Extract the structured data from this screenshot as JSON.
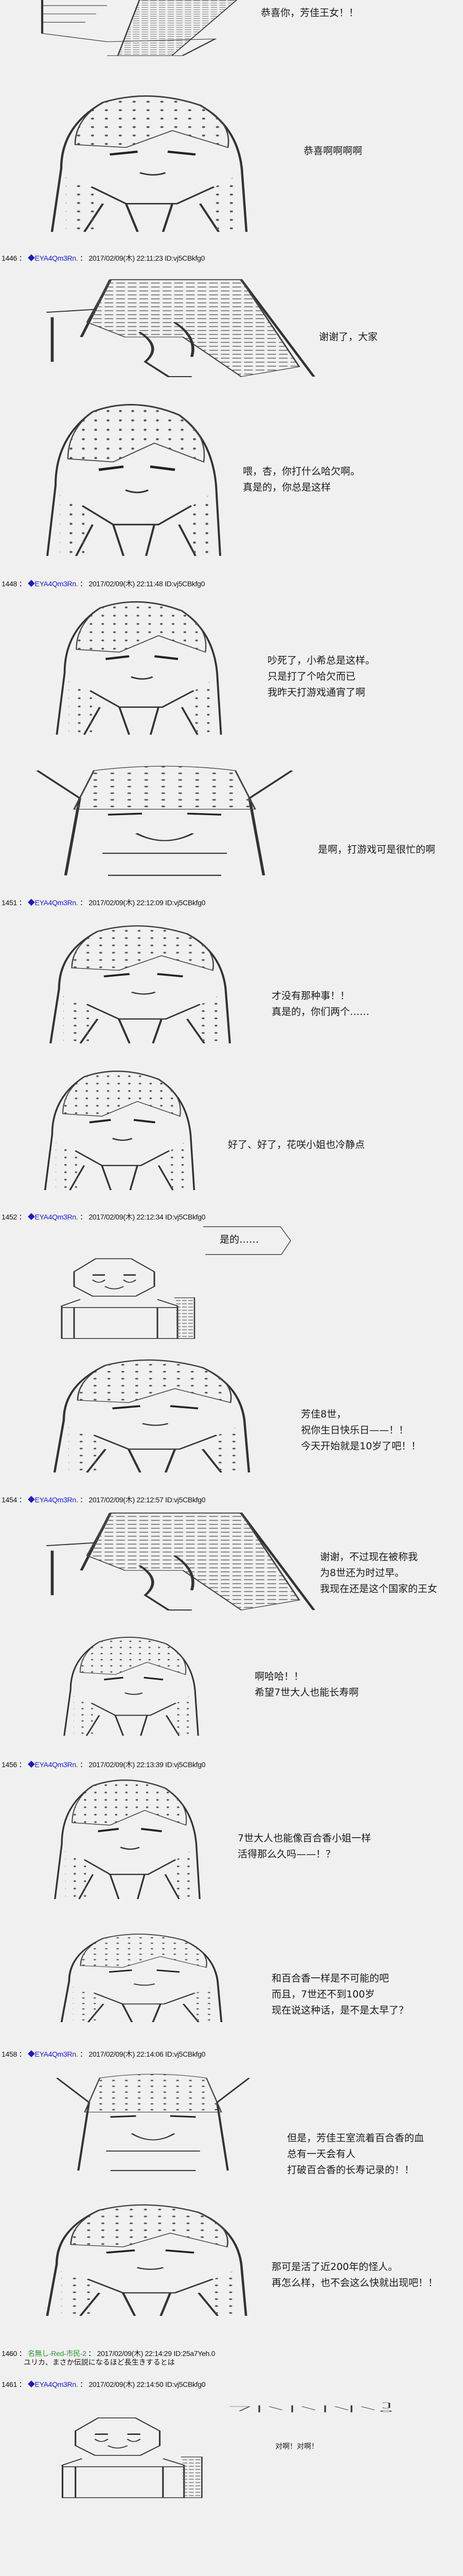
{
  "header_sep": "：",
  "intro": {
    "lines_a": [
      "恭喜你，芳佳王女！！"
    ],
    "lines_b": [
      "恭喜啊啊啊啊"
    ]
  },
  "posts": [
    {
      "number": "1446",
      "name": "◆EYA4Qm3Rn.",
      "date": "2017/02/09(木) 22:11:23",
      "id": "ID:vj5CBkfg0",
      "lines": [
        [
          "谢谢了，大家"
        ],
        [
          "喂，杏，你打什么哈欠啊。",
          "真是的，你总是这样"
        ]
      ]
    },
    {
      "number": "1448",
      "name": "◆EYA4Qm3Rn.",
      "date": "2017/02/09(木) 22:11:48",
      "id": "ID:vj5CBkfg0",
      "lines": [
        [
          "吵死了，小希总是这样。",
          "只是打了个哈欠而已",
          "我昨天打游戏通宵了啊"
        ],
        [
          "是啊，打游戏可是很忙的啊"
        ]
      ]
    },
    {
      "number": "1451",
      "name": "◆EYA4Qm3Rn.",
      "date": "2017/02/09(木) 22:12:09",
      "id": "ID:vj5CBkfg0",
      "lines": [
        [
          "才没有那种事！！",
          "真是的，你们两个……"
        ],
        [
          "好了、好了，花咲小姐也冷静点"
        ]
      ]
    },
    {
      "number": "1452",
      "name": "◆EYA4Qm3Rn.",
      "date": "2017/02/09(木) 22:12:34",
      "id": "ID:vj5CBkfg0",
      "bubble": "是的……",
      "lines": [
        [
          "芳佳8世，",
          "祝你生日快乐日——！！",
          "今天开始就是10岁了吧！！"
        ]
      ]
    },
    {
      "number": "1454",
      "name": "◆EYA4Qm3Rn.",
      "date": "2017/02/09(木) 22:12:57",
      "id": "ID:vj5CBkfg0",
      "lines": [
        [
          "谢谢，不过现在被称我",
          "为8世还为时过早。",
          "我现在还是这个国家的王女"
        ],
        [
          "啊哈哈！！",
          "希望7世大人也能长寿啊"
        ]
      ]
    },
    {
      "number": "1456",
      "name": "◆EYA4Qm3Rn.",
      "date": "2017/02/09(木) 22:13:39",
      "id": "ID:vj5CBkfg0",
      "lines": [
        [
          "7世大人也能像百合香小姐一样",
          "活得那么久吗——！？"
        ],
        [
          "和百合香一样是不可能的吧",
          "而且，7世还不到100岁",
          "现在说这种话，是不是太早了？"
        ]
      ]
    },
    {
      "number": "1458",
      "name": "◆EYA4Qm3Rn.",
      "date": "2017/02/09(木) 22:14:06",
      "id": "ID:vj5CBkfg0",
      "lines": [
        [
          "但是，芳佳王室流着百合香的血",
          "总有一天会有人",
          "打破百合香的长寿记录的！！"
        ],
        [
          "那可是活了近200年的怪人。",
          "再怎么样，也不会这么快就出现吧！！"
        ]
      ]
    },
    {
      "number": "1460",
      "name": "名無し-Red-市民-2",
      "date": "2017/02/09(木) 22:14:29",
      "id": "ID:25a7Yeh.0",
      "comment": "ユリカ、まさか伝説になるほど長生きするとは"
    },
    {
      "number": "1461",
      "name": "◆EYA4Qm3Rn.",
      "date": "2017/02/09(木) 22:14:50",
      "id": "ID:vj5CBkfg0",
      "lines": [
        [
          "对啊！对啊！"
        ]
      ]
    }
  ],
  "colors": {
    "background": "#f0f0f0",
    "trip_name": "#1a1acc",
    "anon_name": "#2a9a2a"
  }
}
